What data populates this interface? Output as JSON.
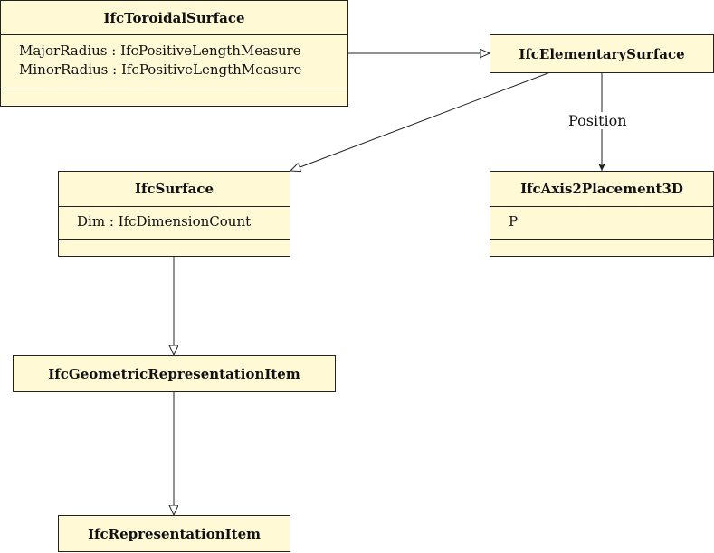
{
  "classes": {
    "toroidal": {
      "name": "IfcToroidalSurface",
      "attributes": [
        "MajorRadius : IfcPositiveLengthMeasure",
        "MinorRadius : IfcPositiveLengthMeasure"
      ]
    },
    "elementary": {
      "name": "IfcElementarySurface"
    },
    "surface": {
      "name": "IfcSurface",
      "attributes": [
        "Dim : IfcDimensionCount"
      ]
    },
    "axis": {
      "name": "IfcAxis2Placement3D",
      "attributes": [
        "P"
      ]
    },
    "geometric": {
      "name": "IfcGeometricRepresentationItem"
    },
    "representation": {
      "name": "IfcRepresentationItem"
    }
  },
  "associations": {
    "position_label": "Position"
  },
  "colors": {
    "fill": "#fff9d6",
    "stroke": "#222222"
  }
}
